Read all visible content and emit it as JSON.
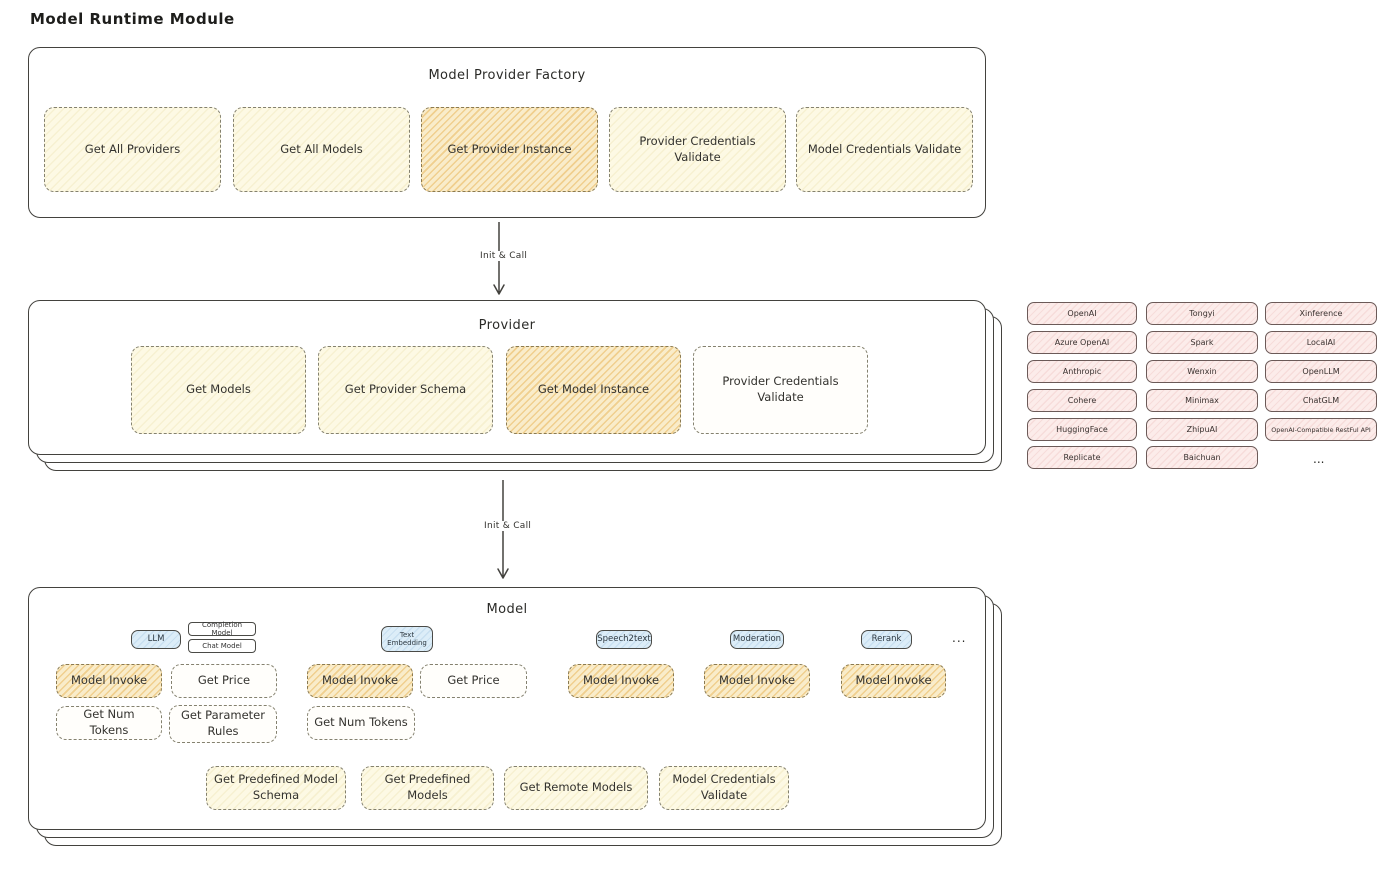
{
  "title": "Model Runtime Module",
  "arrows": [
    "Init & Call",
    "Init & Call"
  ],
  "colors": {
    "container_border": "#43423e",
    "function_yellow": "#fdf9e4",
    "function_orange_hatch": "#f0cf8e",
    "vendor_pink": "#fcecea",
    "badge_blue": "#dcedf8"
  },
  "factory": {
    "title": "Model Provider Factory",
    "items": [
      "Get All Providers",
      "Get All Models",
      "Get Provider Instance",
      "Provider Credentials Validate",
      "Model Credentials Validate"
    ]
  },
  "provider": {
    "title": "Provider",
    "items": [
      "Get Models",
      "Get Provider Schema",
      "Get Model Instance",
      "Provider Credentials Validate"
    ]
  },
  "vendors": {
    "col1": [
      "OpenAI",
      "Azure OpenAI",
      "Anthropic",
      "Cohere",
      "HuggingFace",
      "Replicate"
    ],
    "col2": [
      "Tongyi",
      "Spark",
      "Wenxin",
      "Minimax",
      "ZhipuAI",
      "Baichuan"
    ],
    "col3": [
      "Xinference",
      "LocalAI",
      "OpenLLM",
      "ChatGLM",
      "OpenAI-Compatible RestFul API"
    ],
    "more": "..."
  },
  "model": {
    "title": "Model",
    "badges": {
      "llm": "LLM",
      "completion": "Completion Model",
      "chat": "Chat Model",
      "embedding": "Text Embedding",
      "speech": "Speech2text",
      "moderation": "Moderation",
      "rerank": "Rerank"
    },
    "more": "...",
    "row1": [
      "Model Invoke",
      "Get Price",
      "Model Invoke",
      "Get Price",
      "Model Invoke",
      "Model Invoke",
      "Model Invoke"
    ],
    "row2": [
      "Get Num Tokens",
      "Get Parameter Rules",
      "Get Num Tokens"
    ],
    "row3": [
      "Get Predefined Model Schema",
      "Get Predefined Models",
      "Get Remote Models",
      "Model Credentials Validate"
    ]
  }
}
